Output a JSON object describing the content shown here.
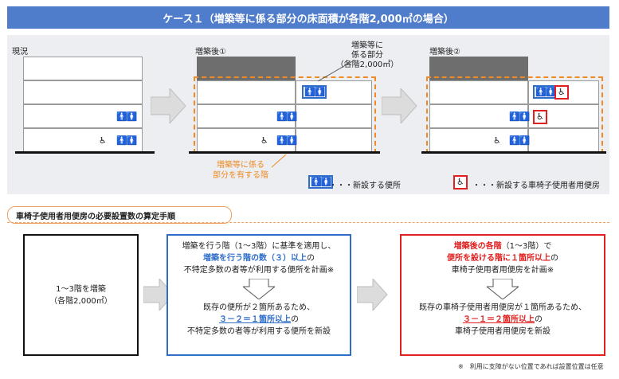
{
  "title": "ケース１（増築等に係る部分の床面積が各階2,000㎡の場合）",
  "panel": {
    "current_label": "現況",
    "after1_label": "増築後①",
    "after2_label": "増築後②",
    "ext_label_line1": "増築等に",
    "ext_label_line2": "係る部分",
    "ext_label_line3": "（各階2,000㎡）",
    "floor_label_line1": "増築等に係る",
    "floor_label_line2": "部分を有する階",
    "legend_new_toilet": "・・・新設する便所",
    "legend_new_wheel": "・・・新設する車椅子使用者用便房",
    "toilet_glyph": "🚹🚺",
    "wheel_glyph": "♿"
  },
  "procedure": {
    "section_title": "車椅子使用者用便房の必要設置数の算定手順",
    "step0_line1": "1～3階を増築",
    "step0_line2": "（各階2,000㎡）",
    "step1_line1": "増築を行う階（1～3階）に基準を適用し、",
    "step1_line2": "増築を行う階の数（３）以上",
    "step1_line2_suffix": "の",
    "step1_line3": "不特定多数の者等が利用する便所を計画※",
    "step1_line4": "既存の便所が２箇所あるため、",
    "step1_line5": "３－２＝１箇所以上",
    "step1_line5_suffix": "の",
    "step1_line6": "不特定多数の者等が利用する便所を新設",
    "step2_line1a": "増築後の各階",
    "step2_line1b": "（1～3階）で",
    "step2_line2": "便所を設ける階に１箇所以上",
    "step2_line2_suffix": "の",
    "step2_line3": "車椅子使用者用便房を計画※",
    "step2_line4": "既存の車椅子使用者用便房が１箇所あるため、",
    "step2_line5": "３－１＝２箇所以上",
    "step2_line5_suffix": "の",
    "step2_line6": "車椅子使用者用便房を新設",
    "footnote": "※　利用に支障がない位置であれば設置位置は任意"
  },
  "colors": {
    "title_bg": "#4f7ccb",
    "accent_blue": "#2e6dc9",
    "accent_red": "#e02020",
    "accent_orange": "#f08a24"
  }
}
